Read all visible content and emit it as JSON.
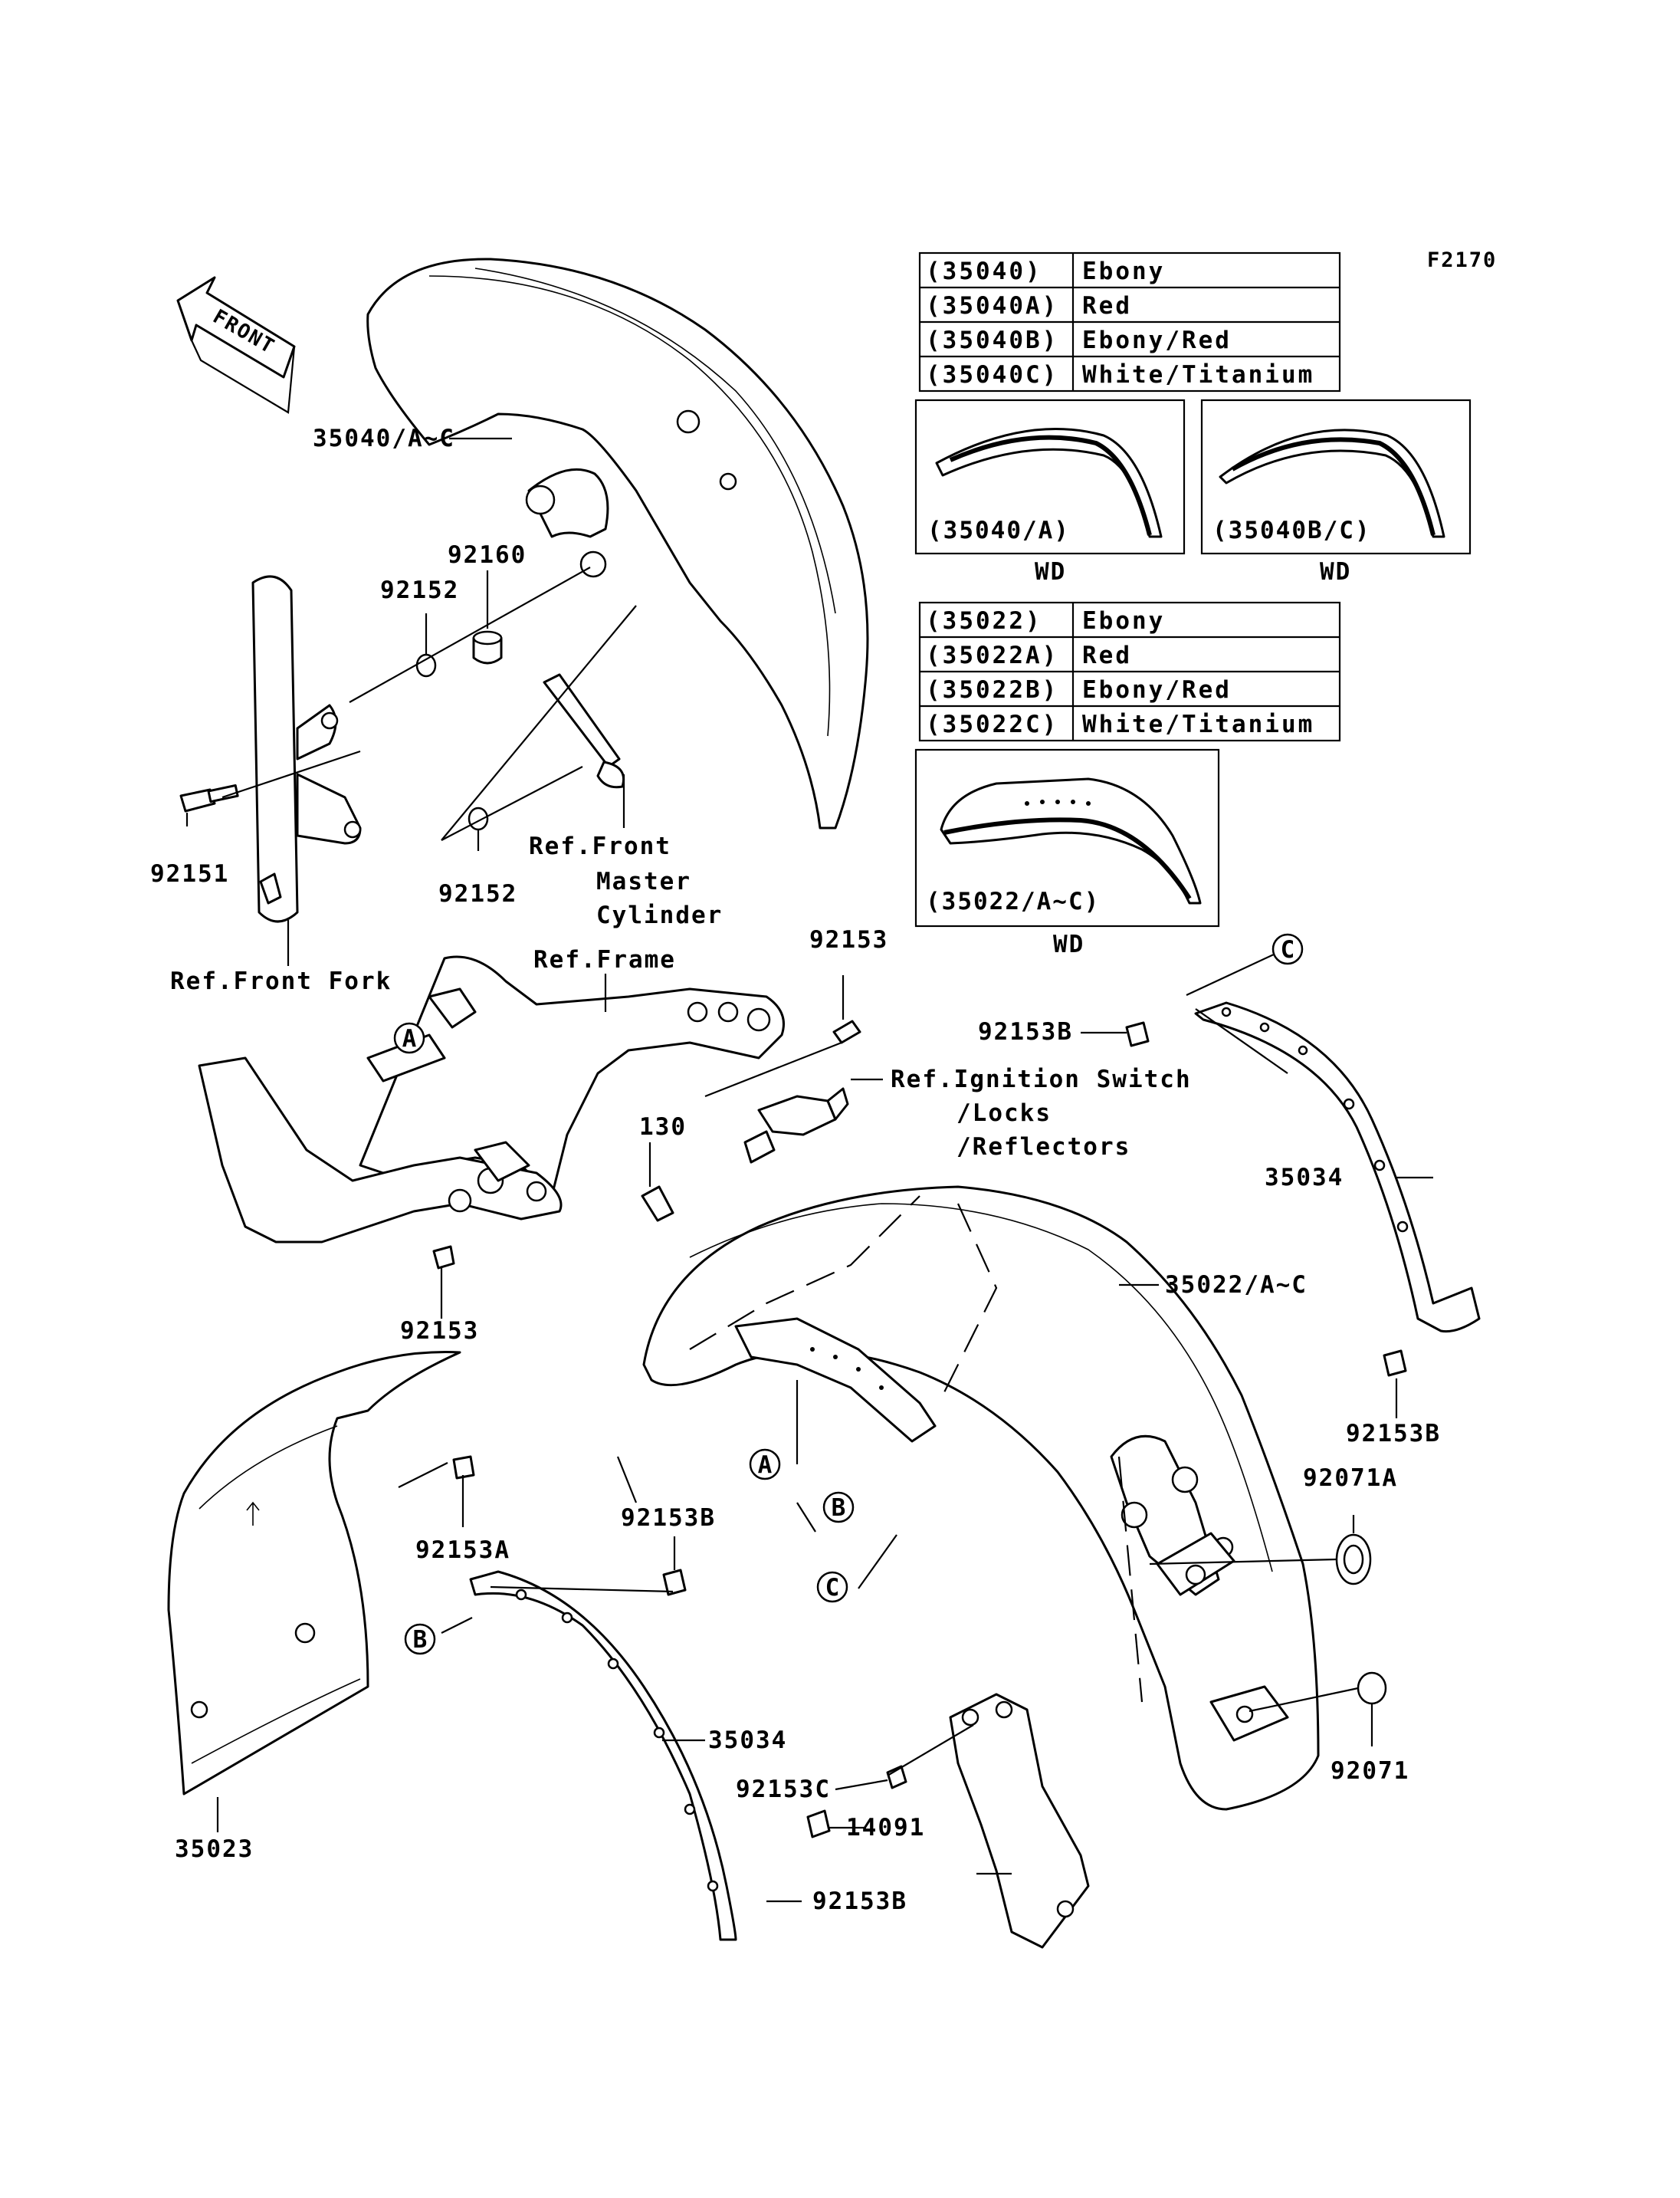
{
  "figure_code": "F2170",
  "direction_label": "FRONT",
  "color_tables": [
    {
      "rows": [
        {
          "code": "(35040)",
          "color": "Ebony"
        },
        {
          "code": "(35040A)",
          "color": "Red"
        },
        {
          "code": "(35040B)",
          "color": "Ebony/Red"
        },
        {
          "code": "(35040C)",
          "color": "White/Titanium"
        }
      ]
    },
    {
      "rows": [
        {
          "code": "(35022)",
          "color": "Ebony"
        },
        {
          "code": "(35022A)",
          "color": "Red"
        },
        {
          "code": "(35022B)",
          "color": "Ebony/Red"
        },
        {
          "code": "(35022C)",
          "color": "White/Titanium"
        }
      ]
    }
  ],
  "variant_boxes": [
    {
      "label": "(35040/A)",
      "caption": "WD"
    },
    {
      "label": "(35040B/C)",
      "caption": "WD"
    },
    {
      "label": "(35022/A~C)",
      "caption": "WD"
    }
  ],
  "part_labels": {
    "p35040": "35040/A~C",
    "p92160": "92160",
    "p92152_top": "92152",
    "p92151": "92151",
    "p92152_bottom": "92152",
    "ref_master_1": "Ref.Front",
    "ref_master_2": "Master",
    "ref_master_3": "Cylinder",
    "ref_fork": "Ref.Front Fork",
    "ref_frame": "Ref.Frame",
    "p92153_top": "92153",
    "p92153B_top": "92153B",
    "ref_ign_1": "Ref.Ignition Switch",
    "ref_ign_2": "/Locks",
    "ref_ign_3": "/Reflectors",
    "p130": "130",
    "p35034_right": "35034",
    "p35022": "35022/A~C",
    "p92153_left": "92153",
    "p92153B_right": "92153B",
    "p92071A": "92071A",
    "p92153A": "92153A",
    "p92153B_mid": "92153B",
    "p35034_left": "35034",
    "p92153C": "92153C",
    "p92071": "92071",
    "p35023": "35023",
    "p14091": "14091",
    "p92153B_bottom": "92153B"
  },
  "ref_markers": {
    "a": "A",
    "b": "B",
    "c": "C"
  }
}
